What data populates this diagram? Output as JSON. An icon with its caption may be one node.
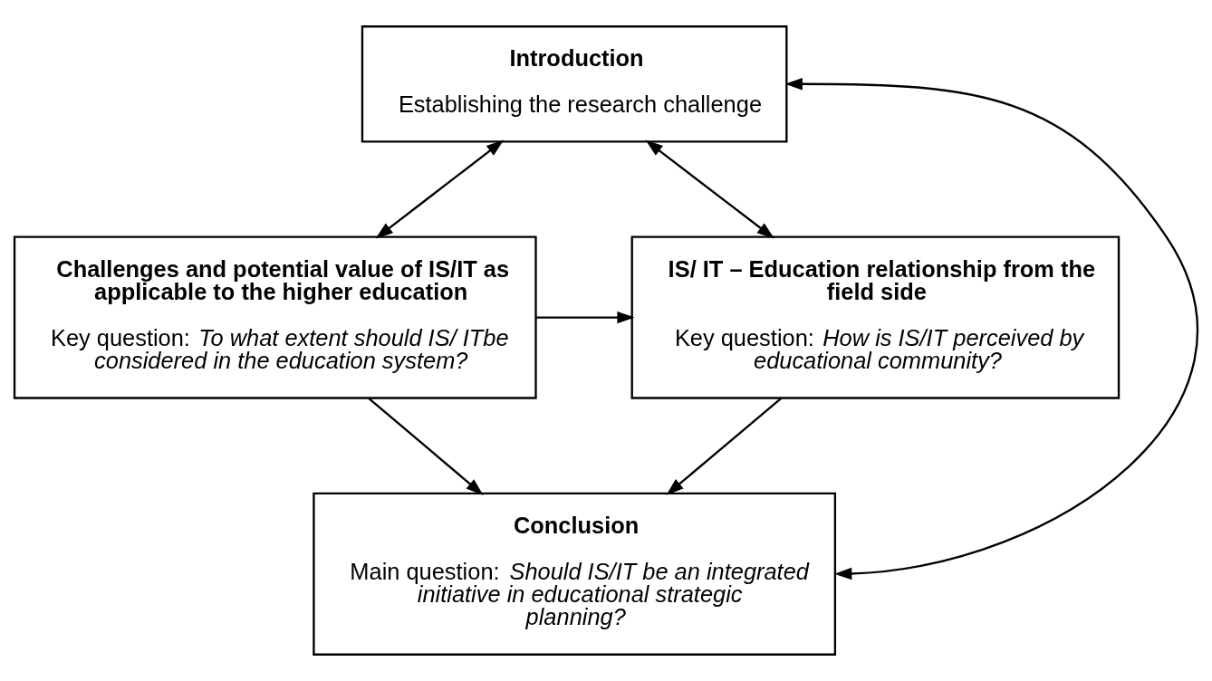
{
  "diagram": {
    "nodes": [
      {
        "text": [
          "Introduction",
          "Establishing the research challenge"
        ]
      },
      {
        "text": [
          "Challenges and potential value of IS/IT as applicable to the higher education",
          "Key question: *To what extent should IS/ ITbe considered in the education system?*"
        ]
      },
      {
        "text": [
          "IS/ IT – Education relationship from the field side",
          "Key question: *How is IS/IT perceived by educational community?*"
        ]
      },
      {
        "text": [
          "Conclusion",
          "Main question: *Should IS/IT be an integrated initiative in educational strategic planning?*"
        ]
      }
    ],
    "edges": [
      {
        "from": 0,
        "to": 1,
        "arrow": "both"
      },
      {
        "from": 0,
        "to": 2,
        "arrow": "both"
      },
      {
        "from": 1,
        "to": 2,
        "arrow": "to"
      },
      {
        "from": 1,
        "to": 3,
        "arrow": "to"
      },
      {
        "from": 2,
        "to": 3,
        "arrow": "to"
      },
      {
        "from": 3,
        "to": 0,
        "arrow": "both"
      }
    ]
  }
}
